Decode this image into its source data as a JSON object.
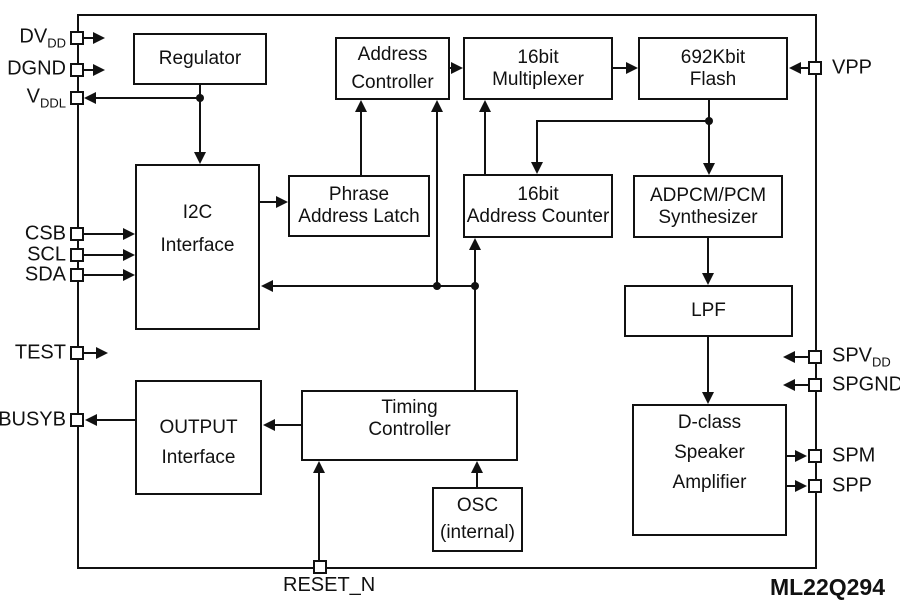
{
  "title": "ML22Q294",
  "colors": {
    "line": "#111111",
    "background": "#ffffff"
  },
  "blocks": {
    "regulator": {
      "line1": "Regulator"
    },
    "address_controller": {
      "line1": "Address",
      "line2": "Controller"
    },
    "multiplexer_16bit": {
      "line1": "16bit",
      "line2": "Multiplexer"
    },
    "flash_692kbit": {
      "line1": "692Kbit",
      "line2": "Flash"
    },
    "i2c_interface": {
      "line1": "I2C",
      "line2": "Interface"
    },
    "phrase_address_latch": {
      "line1": "Phrase",
      "line2": "Address Latch"
    },
    "address_counter_16bit": {
      "line1": "16bit",
      "line2": "Address Counter"
    },
    "adpcm_pcm_synthesizer": {
      "line1": "ADPCM/PCM",
      "line2": "Synthesizer"
    },
    "lpf": {
      "line1": "LPF"
    },
    "dclass_speaker_amplifier": {
      "line1": "D-class",
      "line2": "Speaker",
      "line3": "Amplifier"
    },
    "output_interface": {
      "line1": "OUTPUT",
      "line2": "Interface"
    },
    "timing_controller": {
      "line1": "Timing",
      "line2": "Controller"
    },
    "osc_internal": {
      "line1": "OSC",
      "line2": "(internal)"
    }
  },
  "pins": {
    "dvdd": {
      "main": "DV",
      "sub": "DD"
    },
    "dgnd": {
      "main": "DGND",
      "sub": ""
    },
    "vddl": {
      "main": "V",
      "sub": "DDL"
    },
    "csb": {
      "main": "CSB",
      "sub": ""
    },
    "scl": {
      "main": "SCL",
      "sub": ""
    },
    "sda": {
      "main": "SDA",
      "sub": ""
    },
    "test": {
      "main": "TEST",
      "sub": ""
    },
    "busyb": {
      "main": "BUSYB",
      "sub": ""
    },
    "vpp": {
      "main": "VPP",
      "sub": ""
    },
    "spvdd": {
      "main": "SPV",
      "sub": "DD"
    },
    "spgnd": {
      "main": "SPGND",
      "sub": ""
    },
    "spm": {
      "main": "SPM",
      "sub": ""
    },
    "spp": {
      "main": "SPP",
      "sub": ""
    },
    "reset_n": {
      "main": "RESET_N",
      "sub": ""
    }
  }
}
